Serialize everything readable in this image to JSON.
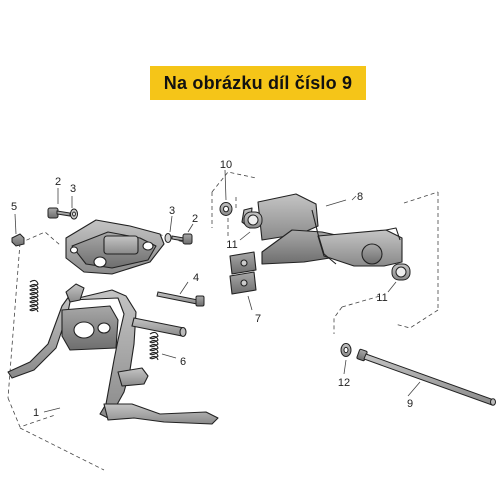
{
  "banner": {
    "text": "Na obrázku díl číslo 9",
    "background_color": "#f5c518",
    "text_color": "#111111"
  },
  "diagram": {
    "part_color": "#9a9a9a",
    "part_outline_color": "#222222",
    "callouts": {
      "p1": "1",
      "p2_left": "2",
      "p3_left": "3",
      "p5": "5",
      "p3_right": "3",
      "p2_right": "2",
      "p4": "4",
      "p6": "6",
      "p7": "7",
      "p8": "8",
      "p9": "9",
      "p10": "10",
      "p11_left": "11",
      "p11_right": "11",
      "p12": "12"
    }
  }
}
